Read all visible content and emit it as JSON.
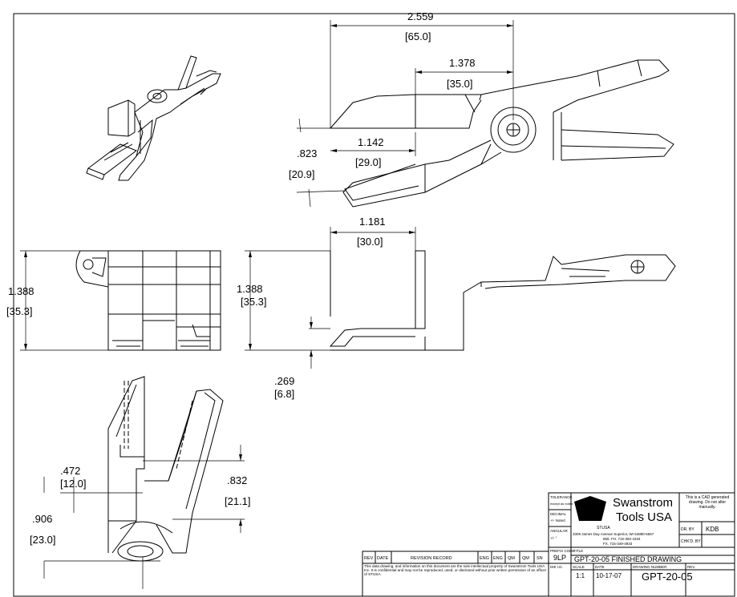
{
  "dimensions": {
    "overall_length": {
      "in": "2.559",
      "mm": "[65.0]"
    },
    "blade_length": {
      "in": "1.378",
      "mm": "[35.0]"
    },
    "jaw_length": {
      "in": "1.142",
      "mm": "[29.0]"
    },
    "jaw_height": {
      "in": ".823",
      "mm": "[20.9]"
    },
    "side_length": {
      "in": "1.181",
      "mm": "[30.0]"
    },
    "front_height": {
      "in": "1.388",
      "mm": "[35.3]"
    },
    "side_height": {
      "in": "1.388",
      "mm": "[35.3]"
    },
    "tip_offset": {
      "in": ".269",
      "mm": "[6.8]"
    },
    "bottom_a": {
      "in": ".472",
      "mm": "[12.0]"
    },
    "bottom_b": {
      "in": ".906",
      "mm": "[23.0]"
    },
    "bottom_c": {
      "in": ".832",
      "mm": "[21.1]"
    }
  },
  "title_block": {
    "company_line1": "Swanstrom",
    "company_line2": "Tools USA",
    "company_abbr": "STUSA",
    "address": "3309 James Day Avenue Superior, WI 54880-5657",
    "phone": "865. FH. 715-392-4334",
    "fax": "FX. 715-349-4933",
    "cad_note": "This is a CAD generated drawing. Do not alter manually.",
    "tolerance_label": "TOLERANCE",
    "tolerance_note": "except as noted",
    "decimal_label": "DECIMAL",
    "decimal_value": "+/- Noted",
    "angular_label": "ANGULAR",
    "angular_value": "+/- °",
    "drawn_by_label": "DR. BY",
    "drawn_by": "KDB",
    "checked_by_label": "CHK'D. BY",
    "prefix_label": "PREFIX CODE",
    "prefix": "9LP",
    "title_label": "TITLE",
    "title": "GPT-20-05 FINISHED DRAWING",
    "die_label": "DIE I.D.",
    "scale_label": "SCALE",
    "scale": "1:1",
    "date_label": "DATE",
    "date": "10-17-07",
    "drawing_number_label": "DRAWING NUMBER",
    "drawing_number": "GPT-20-05",
    "rev_label": "REV.",
    "revision_headers": [
      "REV",
      "DATE",
      "REVISION RECORD",
      "ENG",
      "ENG",
      "QM",
      "QM",
      "SN"
    ],
    "confidential": "This data drawing, and information on this document are the sole intellectual property of Swanstrom Tools USA Inc. It is confidential and may not be reproduced, used, or disclosed without prior written permission of an officer of STUSA."
  }
}
